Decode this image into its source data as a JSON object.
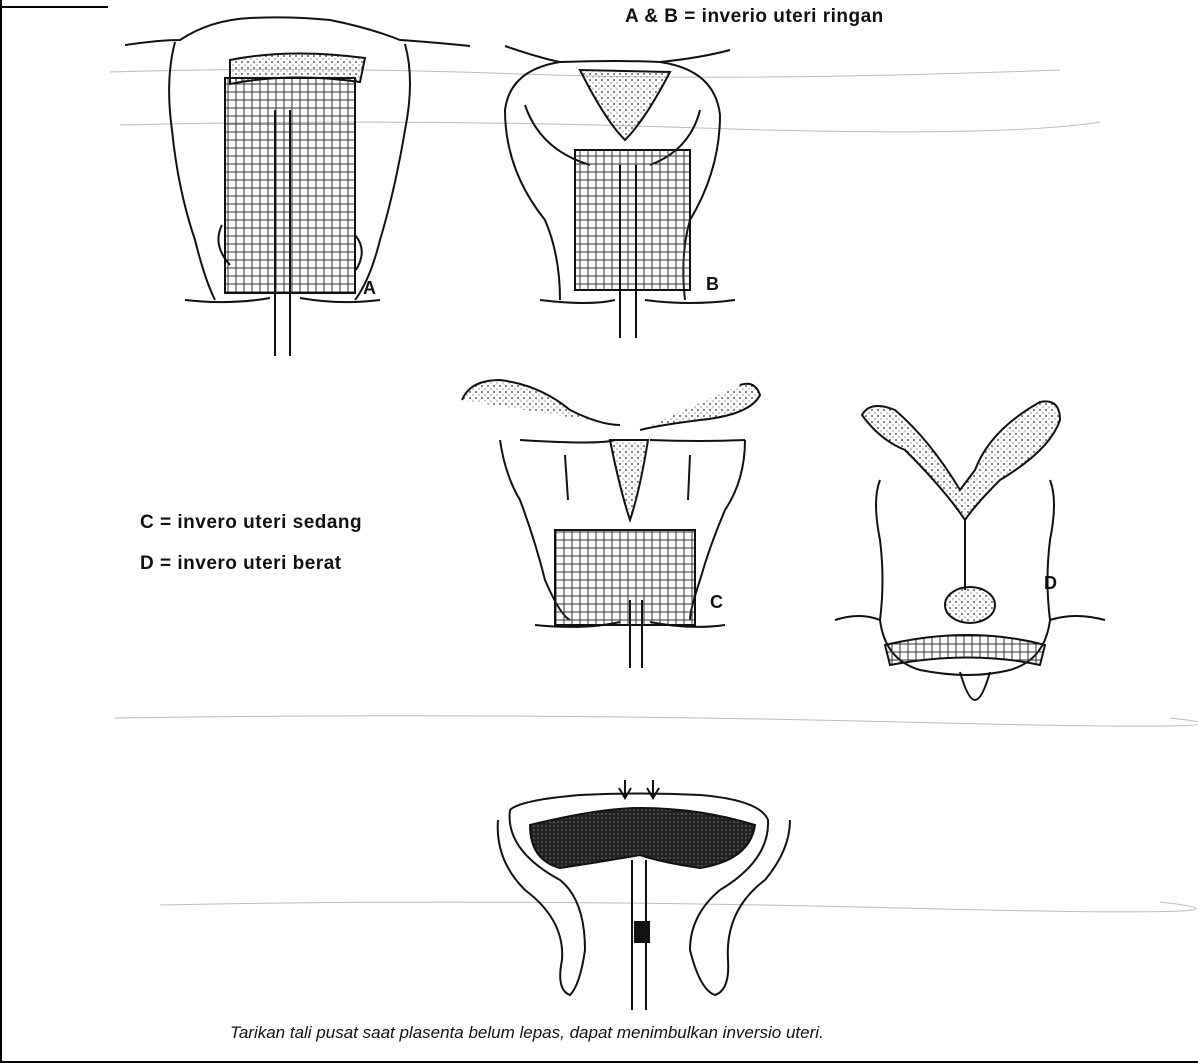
{
  "labels": {
    "ab": "A & B = inverio uteri ringan",
    "c": "C = invero uteri sedang",
    "d": "D = invero uteri berat"
  },
  "figures": {
    "a": "A",
    "b": "B",
    "c": "C",
    "d": "D"
  },
  "caption": "Tarikan tali pusat saat plasenta belum lepas, dapat menimbulkan inversio uteri.",
  "colors": {
    "ink": "#111111",
    "paper": "#ffffff"
  }
}
